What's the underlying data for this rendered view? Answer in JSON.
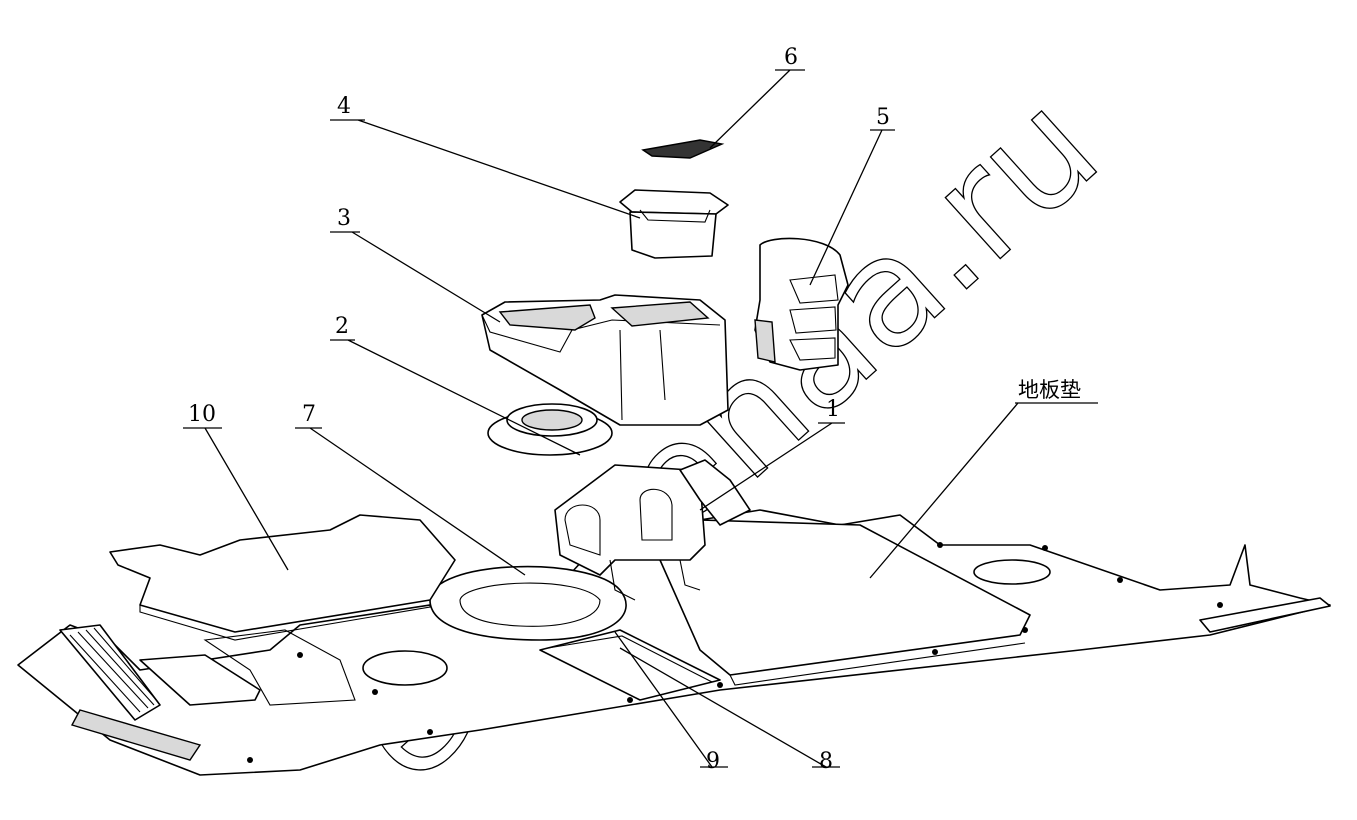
{
  "callouts": [
    {
      "id": "1",
      "text": "1"
    },
    {
      "id": "2",
      "text": "2"
    },
    {
      "id": "3",
      "text": "3"
    },
    {
      "id": "4",
      "text": "4"
    },
    {
      "id": "5",
      "text": "5"
    },
    {
      "id": "6",
      "text": "6"
    },
    {
      "id": "7",
      "text": "7"
    },
    {
      "id": "8",
      "text": "8"
    },
    {
      "id": "9",
      "text": "9"
    },
    {
      "id": "10",
      "text": "10"
    },
    {
      "id": "floor-mat",
      "text": "地板垫"
    }
  ],
  "watermark": "ecopenaa.ru"
}
